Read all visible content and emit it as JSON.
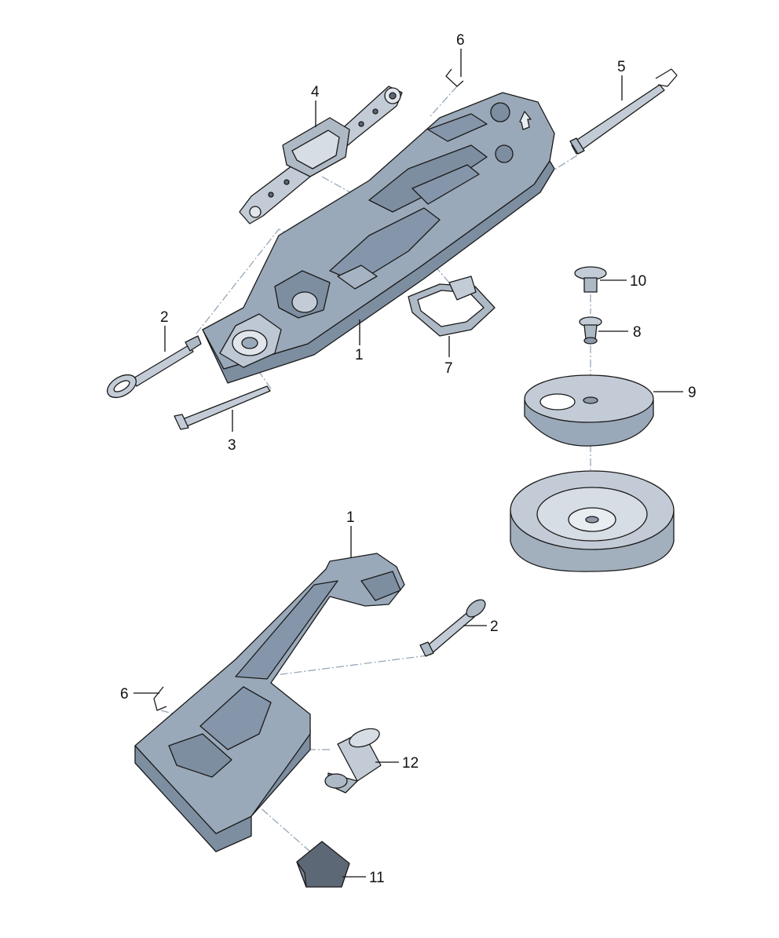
{
  "palette": {
    "foam": "#9aa9b9",
    "foam_light": "#bdc8d4",
    "foam_dark": "#7d8ea1",
    "metal": "#c3ccd6",
    "dark_part": "#5d6876",
    "tire": "#b1bdca"
  },
  "callouts": [
    {
      "id": "c1a",
      "label": "1",
      "part": "foam-insert-top"
    },
    {
      "id": "c2a",
      "label": "2",
      "part": "tow-eye-top"
    },
    {
      "id": "c3",
      "label": "3",
      "part": "wheel-brace"
    },
    {
      "id": "c4",
      "label": "4",
      "part": "scissor-jack"
    },
    {
      "id": "c5",
      "label": "5",
      "part": "jack-handle"
    },
    {
      "id": "c6a",
      "label": "6",
      "part": "clip-top"
    },
    {
      "id": "c7",
      "label": "7",
      "part": "retaining-strap"
    },
    {
      "id": "c8",
      "label": "8",
      "part": "securing-bolt"
    },
    {
      "id": "c9",
      "label": "9",
      "part": "wheel-well-holder"
    },
    {
      "id": "c10",
      "label": "10",
      "part": "screw-cap"
    },
    {
      "id": "c1b",
      "label": "1",
      "part": "foam-insert-bottom"
    },
    {
      "id": "c2b",
      "label": "2",
      "part": "tow-eye-bottom"
    },
    {
      "id": "c6b",
      "label": "6",
      "part": "clip-bottom"
    },
    {
      "id": "c12",
      "label": "12",
      "part": "compressor"
    },
    {
      "id": "c11",
      "label": "11",
      "part": "cover-block"
    }
  ]
}
